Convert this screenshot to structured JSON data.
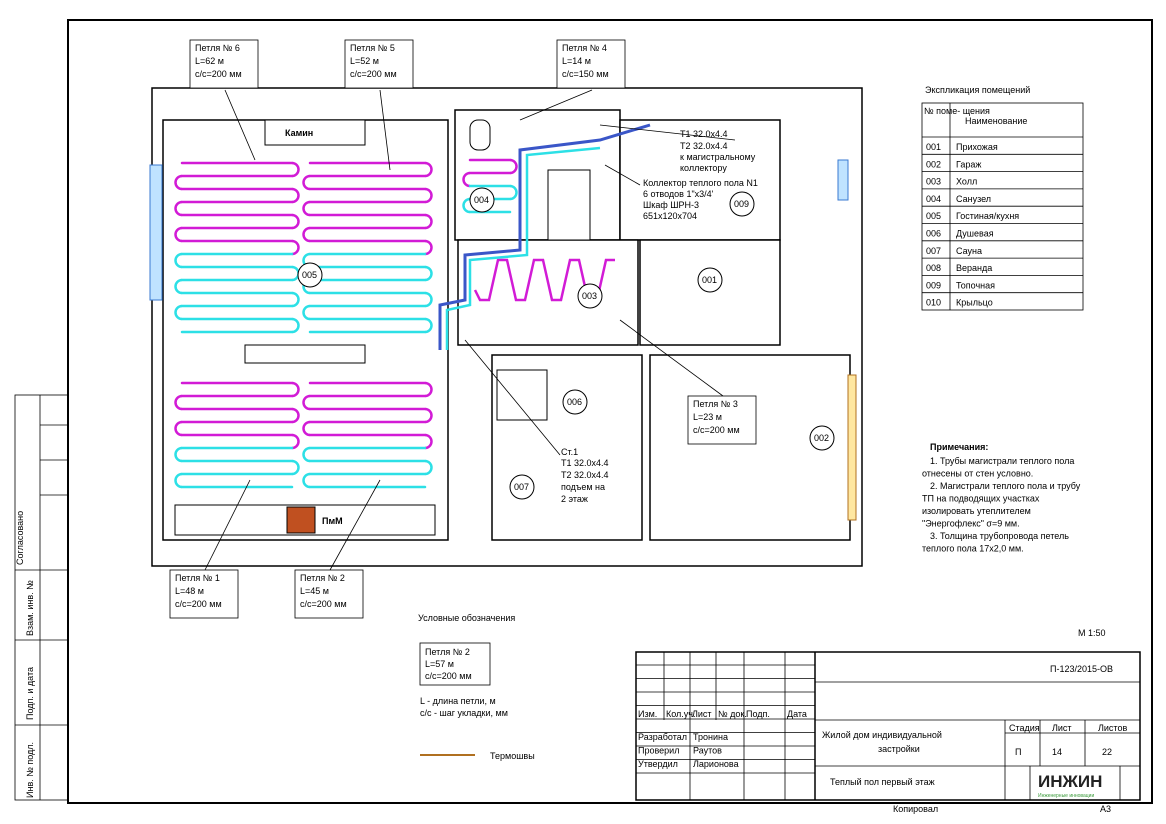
{
  "colors": {
    "loop_hot": "#d21bd6",
    "loop_cold": "#2ce0e6",
    "pipe": "#3a56c8",
    "thermo": "#b07020"
  },
  "rooms": [
    "001",
    "002",
    "003",
    "004",
    "005",
    "006",
    "007",
    "009"
  ],
  "loops": [
    {
      "title": "Петля № 6",
      "length": "L=62 м",
      "step": "с/с=200 мм"
    },
    {
      "title": "Петля № 5",
      "length": "L=52 м",
      "step": "с/с=200 мм"
    },
    {
      "title": "Петля № 4",
      "length": "L=14 м",
      "step": "с/с=150 мм"
    },
    {
      "title": "Петля № 3",
      "length": "L=23 м",
      "step": "с/с=200 мм"
    },
    {
      "title": "Петля № 1",
      "length": "L=48 м",
      "step": "с/с=200 мм"
    },
    {
      "title": "Петля № 2",
      "length": "L=45 м",
      "step": "с/с=200 мм"
    }
  ],
  "labels": {
    "fireplace": "Камин",
    "pmm": "ПмМ",
    "t1": "Т1 32.0х4.4",
    "t2": "Т2 32.0х4.4",
    "to_main1": "к магистральному",
    "to_main2": "коллектору",
    "coll1": "Коллектор теплого пола N1",
    "coll2": "6 отводов 1\"х3/4'",
    "coll3": "Шкаф ШРН-3",
    "coll4": "651х120х704",
    "st1": "Ст.1",
    "st_t1": "Т1 32.0х4.4",
    "st_t2": "Т2 32.0х4.4",
    "st_up1": "подъем на",
    "st_up2": "2 этаж"
  },
  "explication": {
    "title": "Экспликация помещений",
    "col_no": "№ поме- щения",
    "col_name": "Наименование",
    "rows": [
      [
        "001",
        "Прихожая"
      ],
      [
        "002",
        "Гараж"
      ],
      [
        "003",
        "Холл"
      ],
      [
        "004",
        "Санузел"
      ],
      [
        "005",
        "Гостиная/кухня"
      ],
      [
        "006",
        "Душевая"
      ],
      [
        "007",
        "Сауна"
      ],
      [
        "008",
        "Веранда"
      ],
      [
        "009",
        "Топочная"
      ],
      [
        "010",
        "Крыльцо"
      ]
    ]
  },
  "notes": {
    "title": "Примечания:",
    "lines": [
      "1. Трубы магистрали теплого пола",
      "отнесены от стен условно.",
      "2. Магистрали теплого пола и трубу",
      "ТП на подводящих участках",
      "изолировать утеплителем",
      "\"Энергофлекс\" σ=9 мм.",
      "3. Толщина трубопровода петель",
      "теплого пола 17х2,0 мм."
    ]
  },
  "legend": {
    "title": "Условные обозначения",
    "loop_title": "Петля № 2",
    "loop_length": "L=57 м",
    "loop_step": "с/с=200 мм",
    "desc1": "L - длина петли, м",
    "desc2": "с/с - шаг укладки, мм",
    "thermo": "Термошвы"
  },
  "scale": "М 1:50",
  "title_block": {
    "code": "П-123/2015-ОВ",
    "project": "Жилой дом индивидуальной",
    "project2": "застройки",
    "sheet_name": "Теплый пол первый этаж",
    "stage_label": "Стадия",
    "sheet_label": "Лист",
    "sheets_label": "Листов",
    "stage": "П",
    "sheet": "14",
    "sheets": "22",
    "cols": [
      "Изм.",
      "Кол.уч.",
      "Лист",
      "№ док.",
      "Подп.",
      "Дата"
    ],
    "roles": [
      [
        "Разработал",
        "Тронина"
      ],
      [
        "Проверил",
        "Раутов"
      ],
      [
        "Утвердил",
        "Ларионова"
      ]
    ],
    "logo": "ИНЖИН",
    "logo_sub": "Инженерные инновации",
    "copied": "Копировал",
    "format": "А3"
  },
  "side_stamp": [
    "Согласовано",
    "Взам. инв. №",
    "Подп. и дата",
    "Инв. № подл."
  ]
}
